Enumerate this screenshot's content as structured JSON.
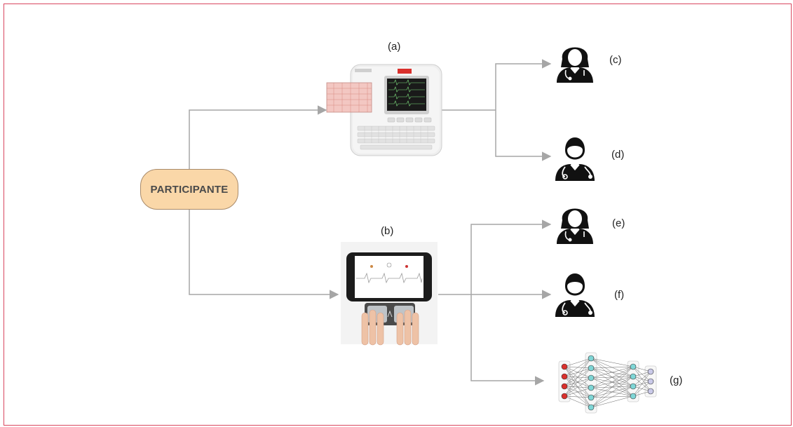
{
  "participant": {
    "label": "PARTICIPANTE"
  },
  "labels": {
    "a": "(a)",
    "b": "(b)",
    "c": "(c)",
    "d": "(d)",
    "e": "(e)",
    "f": "(f)",
    "g": "(g)"
  },
  "colors": {
    "border": "#d9475f",
    "participant_fill": "#fad7a8",
    "arrow": "#a6a6a6",
    "icon": "#111111",
    "nn_input": "#d9302c",
    "nn_hidden": "#7fd6d6",
    "nn_output": "#c9c9e8"
  },
  "icons": {
    "ecg_machine": "ecg-machine-icon",
    "phone_ecg": "smartphone-ecg-icon",
    "doctor_female": "female-doctor-icon",
    "doctor_male": "male-doctor-icon",
    "neural_network": "neural-network-icon"
  }
}
